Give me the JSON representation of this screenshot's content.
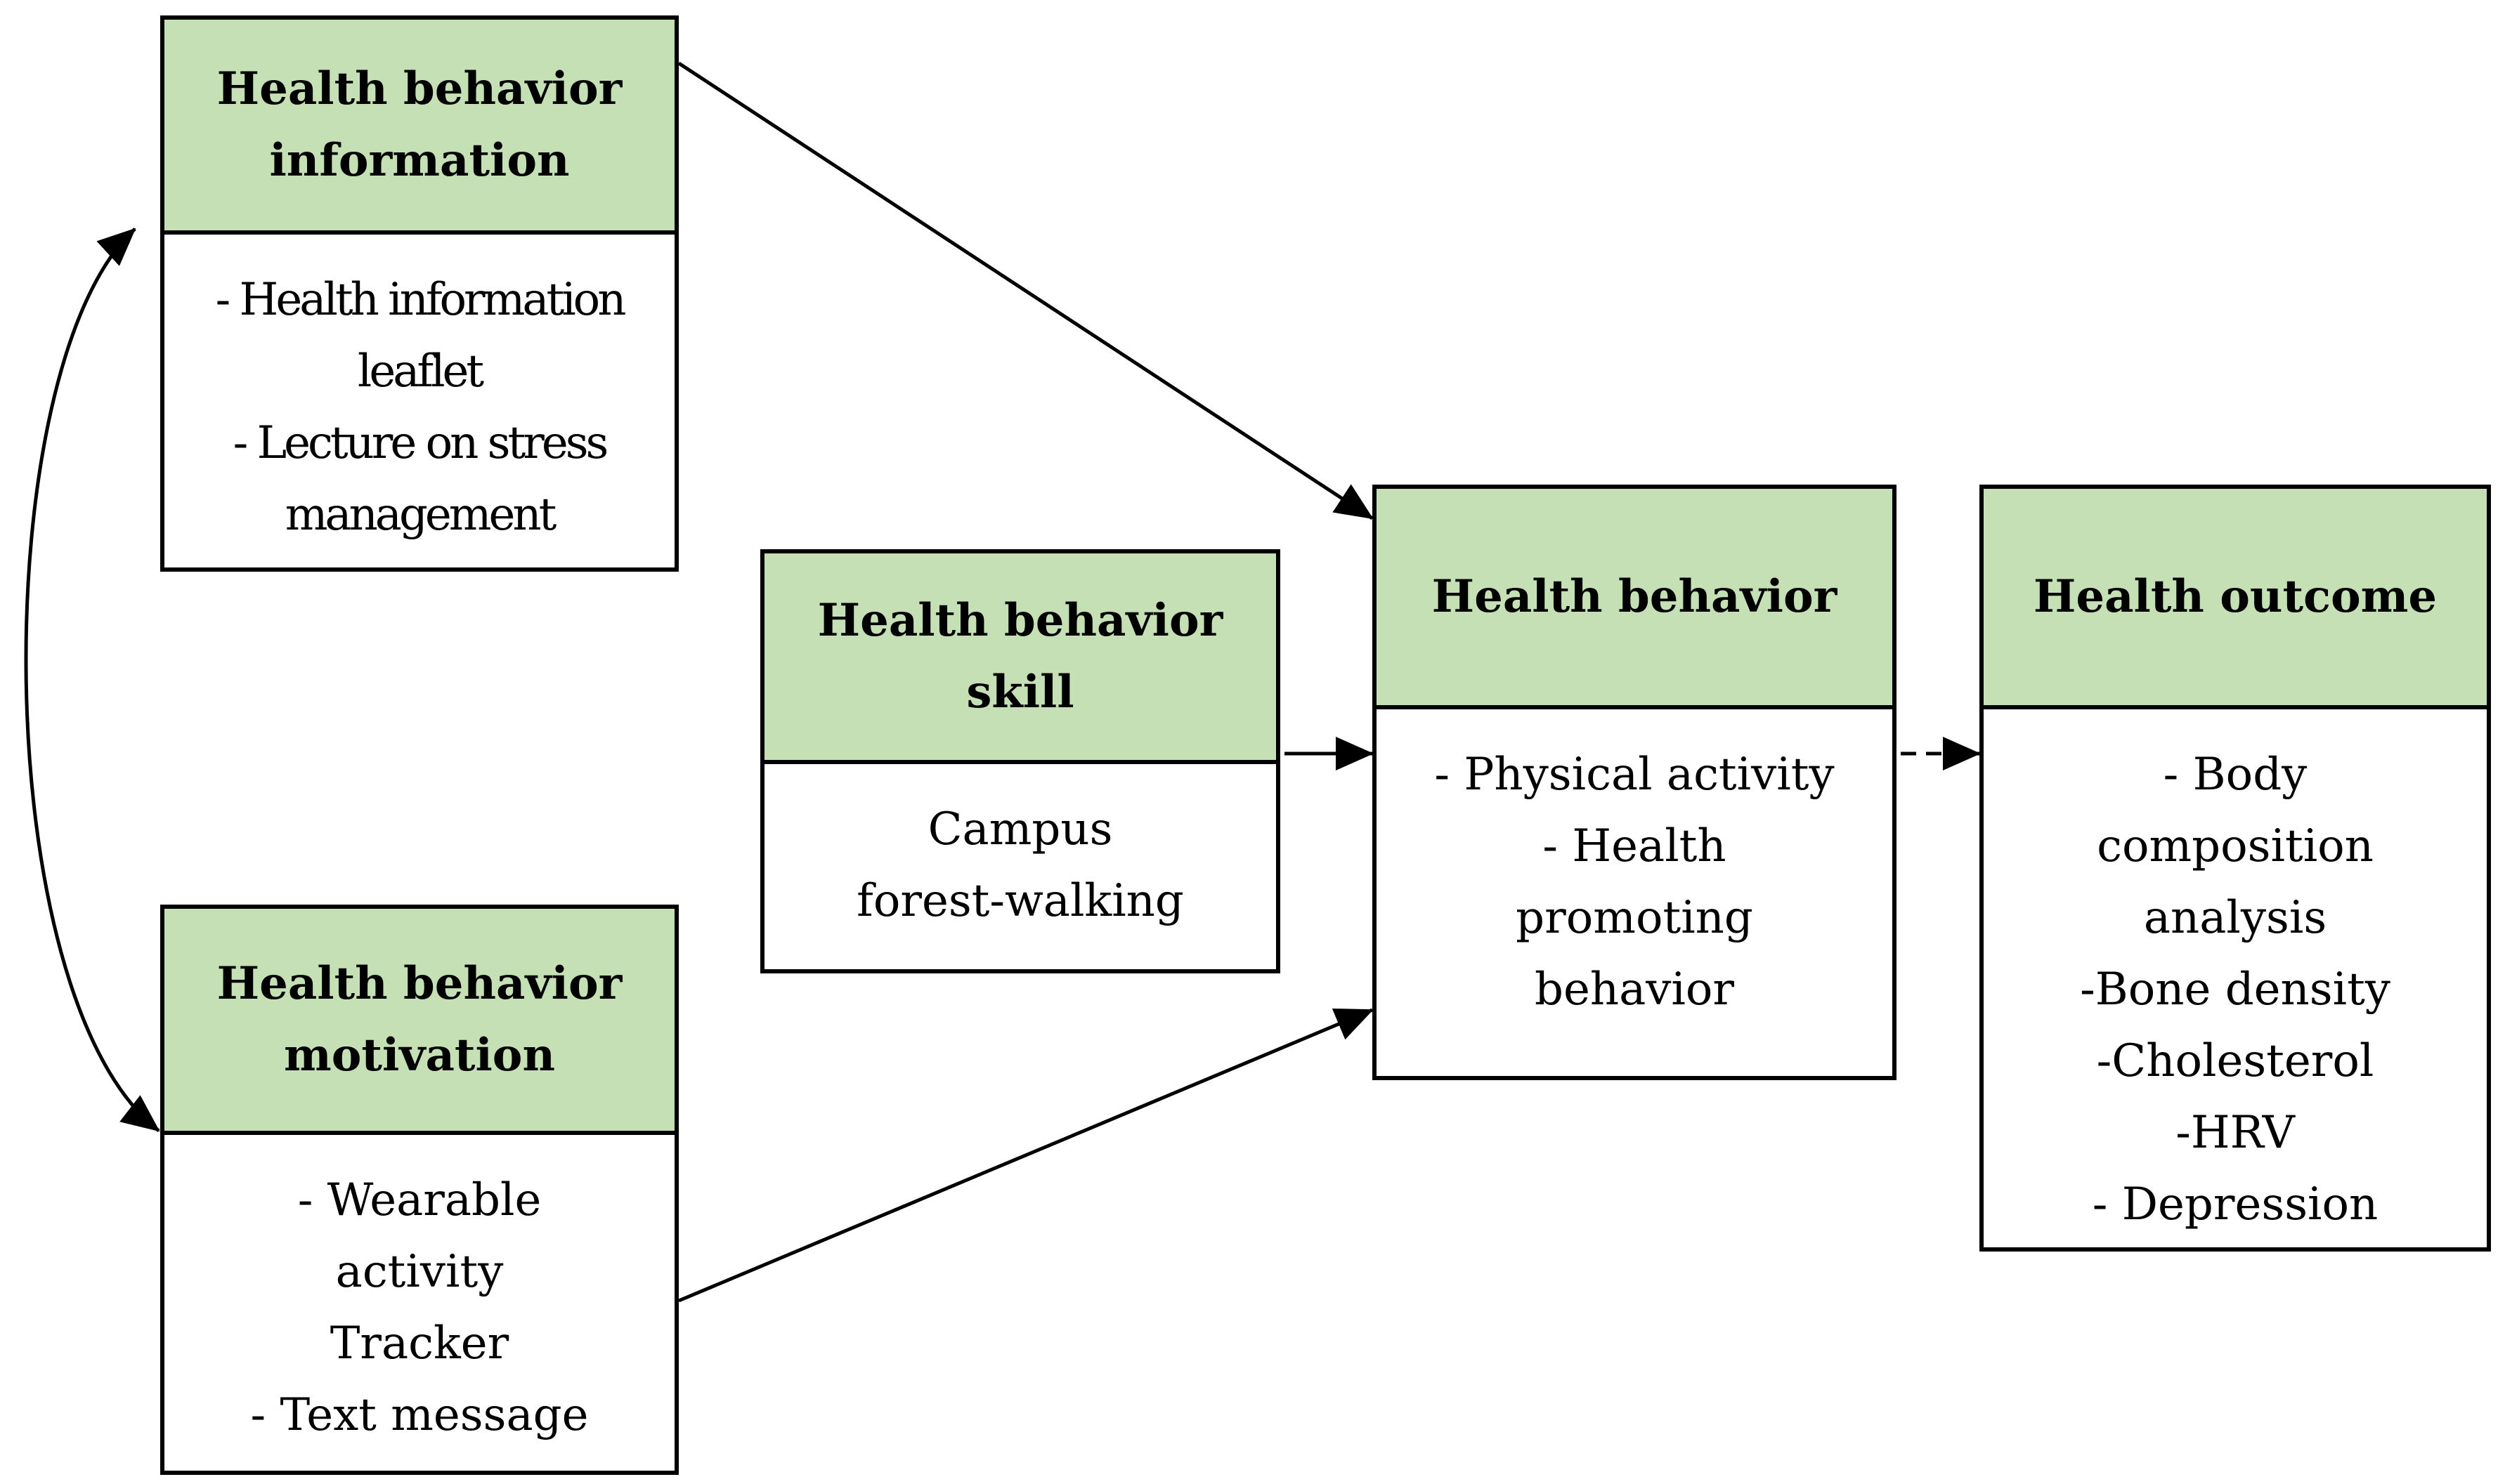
{
  "boxes": {
    "info": {
      "title": [
        "Health behavior",
        "information"
      ],
      "items": [
        "- Health information",
        "leaflet",
        "- Lecture on stress",
        "management"
      ]
    },
    "motivation": {
      "title": [
        "Health behavior",
        "motivation"
      ],
      "items": [
        "- Wearable",
        "activity",
        "Tracker",
        "- Text message"
      ]
    },
    "skill": {
      "title": [
        "Health behavior",
        "skill"
      ],
      "items": [
        "Campus",
        "forest-walking"
      ]
    },
    "behavior": {
      "title": [
        "Health behavior"
      ],
      "items": [
        "- Physical activity",
        "- Health",
        "promoting",
        "behavior"
      ]
    },
    "outcome": {
      "title": [
        "Health outcome"
      ],
      "items": [
        "- Body",
        "composition",
        "analysis",
        "-Bone density",
        "-Cholesterol",
        "-HRV",
        "- Depression"
      ]
    }
  },
  "colors": {
    "header_fill": "#c5e0b4",
    "border": "#000000",
    "arrow": "#000000"
  },
  "connectors": [
    {
      "from": "info",
      "to": "behavior",
      "style": "solid",
      "head": "end"
    },
    {
      "from": "skill",
      "to": "behavior",
      "style": "solid",
      "head": "end"
    },
    {
      "from": "motivation",
      "to": "behavior",
      "style": "solid",
      "head": "end"
    },
    {
      "from": "behavior",
      "to": "outcome",
      "style": "dashed",
      "head": "end"
    },
    {
      "from": "info",
      "to": "motivation",
      "style": "solid",
      "head": "both"
    }
  ]
}
